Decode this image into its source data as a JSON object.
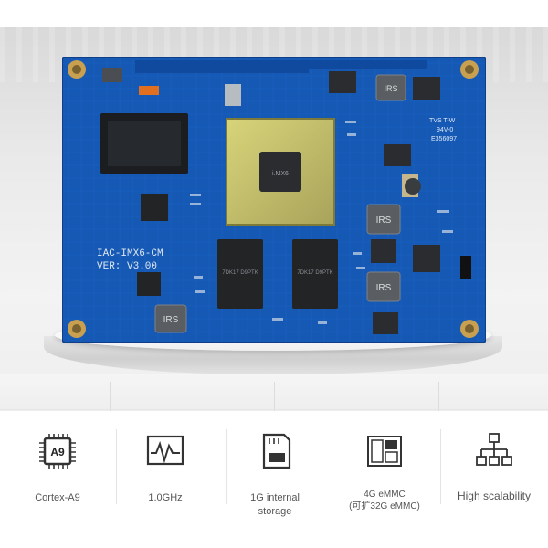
{
  "board": {
    "model": "IAC-IMX6-CM",
    "version": "VER: V3.00",
    "soc_text": "i.MX6",
    "chip_marks": [
      "IRS",
      "IRS",
      "IRS",
      "IRS"
    ],
    "emmc_mark": "7DK17 D9PTK",
    "cert_text": "TVS T-W",
    "ul_text": "94V-0",
    "batch_text": "E356097",
    "colors": {
      "pcb": "#1559b5",
      "pcb_dark": "#0e3f88",
      "pad": "#c8a050",
      "chip": "#222426"
    }
  },
  "features": [
    {
      "icon": "cpu-chip-icon",
      "icon_text": "A9",
      "label": "Cortex-A9",
      "label2": ""
    },
    {
      "icon": "waveform-icon",
      "icon_text": "",
      "label": "1.0GHz",
      "label2": ""
    },
    {
      "icon": "sd-card-icon",
      "icon_text": "",
      "label": "1G internal",
      "label2": "storage"
    },
    {
      "icon": "emmc-icon",
      "icon_text": "",
      "label": "4G eMMC",
      "label2": "(可扩32G eMMC)"
    },
    {
      "icon": "network-tree-icon",
      "icon_text": "",
      "label": "High scalability",
      "label2": ""
    }
  ]
}
